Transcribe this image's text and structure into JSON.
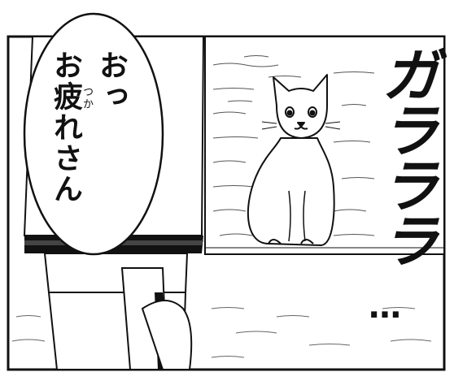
{
  "speech_bubble": {
    "line1": "おっ",
    "line2_prefix": "お",
    "line2_kanji": "疲",
    "line2_rest": "れさん",
    "furigana": "つか"
  },
  "sound_effect": {
    "text": "ガラララ",
    "ellipsis": "…"
  },
  "colors": {
    "ink": "#111111",
    "paper": "#ffffff"
  }
}
